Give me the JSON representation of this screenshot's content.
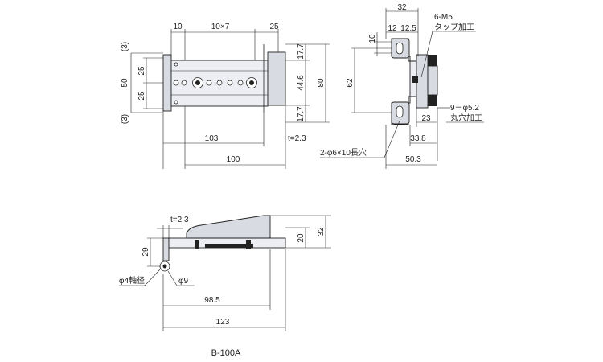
{
  "drawing": {
    "front_view": {
      "dims": {
        "top_left": "10",
        "top_pitch": "10×7",
        "top_right": "25",
        "left_3_top": "(3)",
        "left_3_bottom": "(3)",
        "left_50": "50",
        "left_25_top": "25",
        "left_25_bottom": "25",
        "right_17_7_top": "17.7",
        "right_44_6": "44.6",
        "right_17_7_bottom": "17.7",
        "right_80": "80",
        "bottom_103": "103",
        "bottom_t": "t=2.3",
        "bottom_100": "100"
      }
    },
    "side_view": {
      "dims": {
        "top_32": "32",
        "top_12": "12",
        "top_12_5": "12.5",
        "left_10": "10",
        "left_62": "62",
        "right_23": "23",
        "bottom_33_8": "33.8",
        "bottom_50_3": "50.3"
      },
      "notes": {
        "m5_line1": "6-M5",
        "m5_line2": "タップ加工",
        "hole52_line1": "9－φ5.2",
        "hole52_line2": "丸穴加工",
        "slot": "2-φ6×10長穴"
      }
    },
    "top_view": {
      "dims": {
        "t": "t=2.3",
        "left_29": "29",
        "right_20": "20",
        "right_32": "32",
        "bottom_98_5": "98.5",
        "bottom_123": "123"
      },
      "notes": {
        "axis": "φ4軸径",
        "phi9": "φ9"
      }
    },
    "model_label": "B-100A"
  }
}
